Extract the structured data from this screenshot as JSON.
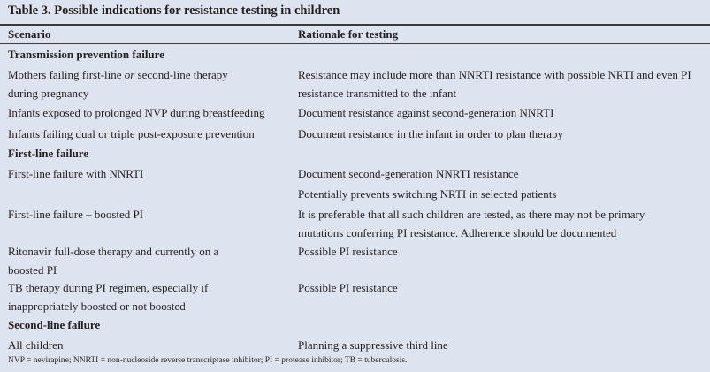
{
  "title": "Table 3. Possible indications for resistance testing in children",
  "headers": {
    "scenario": "Scenario",
    "rationale": "Rationale for testing"
  },
  "sections": [
    {
      "label": "Transmission prevention failure"
    },
    {
      "label": "First-line failure"
    },
    {
      "label": "Second-line failure"
    }
  ],
  "rows": [
    {
      "scenario": [
        "Mothers failing first-line ",
        "or",
        " second-line therapy",
        "during pregnancy"
      ],
      "rationale": [
        "Resistance may include more than NNRTI resistance with possible NRTI and even PI",
        "resistance transmitted to the infant"
      ]
    },
    {
      "scenario": [
        "Infants exposed to prolonged NVP during breastfeeding"
      ],
      "rationale": [
        "Document resistance against second-generation NNRTI"
      ]
    },
    {
      "scenario": [
        "Infants failing dual or triple post-exposure prevention"
      ],
      "rationale": [
        "Document resistance in the infant in order to plan therapy"
      ]
    },
    {
      "scenario": [
        "First-line failure with NNRTI"
      ],
      "rationale": [
        "Document second-generation NNRTI resistance",
        "Potentially prevents switching NRTI in selected patients"
      ]
    },
    {
      "scenario": [
        "First-line failure – boosted PI"
      ],
      "rationale": [
        "It is preferable that all such children are tested, as there may not be primary",
        "mutations conferring PI resistance. Adherence should be documented"
      ]
    },
    {
      "scenario": [
        "Ritonavir full-dose therapy and currently on a",
        "boosted PI"
      ],
      "rationale": [
        "Possible PI resistance"
      ]
    },
    {
      "scenario": [
        "TB therapy during PI regimen, especially if",
        "inappropriately boosted or not boosted"
      ],
      "rationale": [
        "Possible PI resistance"
      ]
    },
    {
      "scenario": [
        "All children"
      ],
      "rationale": [
        "Planning a suppressive third line"
      ]
    }
  ],
  "footnote": "NVP = nevirapine; NNRTI = non-nucleoside reverse transcriptase inhibitor; PI = protease inhibitor; TB = tuberculosis."
}
